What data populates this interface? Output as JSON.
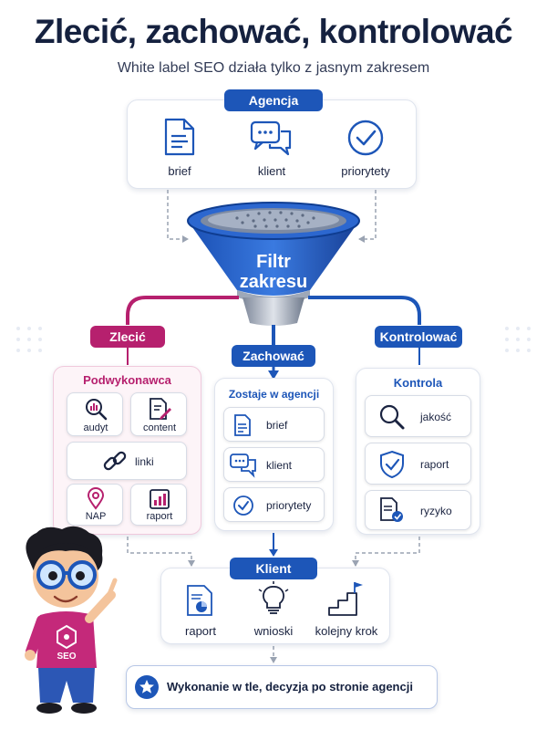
{
  "header": {
    "title": "Zlecić, zachować, kontrolować",
    "subtitle": "White label SEO działa tylko z jasnym zakresem"
  },
  "agency": {
    "label": "Agencja",
    "items": [
      {
        "label": "brief",
        "icon": "document-icon"
      },
      {
        "label": "klient",
        "icon": "chat-bubbles-icon"
      },
      {
        "label": "priorytety",
        "icon": "check-circle-icon"
      }
    ]
  },
  "funnel": {
    "label_line1": "Filtr",
    "label_line2": "zakresu"
  },
  "delegate": {
    "label": "Zlecić",
    "panel_title": "Podwykonawca",
    "items": [
      {
        "label": "audyt",
        "icon": "chart-search-icon"
      },
      {
        "label": "content",
        "icon": "document-edit-icon"
      },
      {
        "label": "linki",
        "icon": "link-icon"
      },
      {
        "label": "NAP",
        "icon": "map-pin-icon"
      },
      {
        "label": "raport",
        "icon": "bar-chart-icon"
      }
    ]
  },
  "keep": {
    "label": "Zachować",
    "panel_title": "Zostaje w agencji",
    "items": [
      {
        "label": "brief",
        "icon": "document-icon"
      },
      {
        "label": "klient",
        "icon": "chat-bubbles-icon"
      },
      {
        "label": "priorytety",
        "icon": "check-circle-icon"
      }
    ]
  },
  "control": {
    "label": "Kontrolować",
    "panel_title": "Kontrola",
    "items": [
      {
        "label": "jakość",
        "icon": "magnifier-icon"
      },
      {
        "label": "raport",
        "icon": "shield-check-icon"
      },
      {
        "label": "ryzyko",
        "icon": "document-check-icon"
      }
    ]
  },
  "client": {
    "label": "Klient",
    "items": [
      {
        "label": "raport",
        "icon": "report-chart-icon"
      },
      {
        "label": "wnioski",
        "icon": "lightbulb-icon"
      },
      {
        "label": "kolejny krok",
        "icon": "stairs-flag-icon"
      }
    ]
  },
  "footer": {
    "text": "Wykonanie w tle, decyzja po stronie agencji",
    "icon": "star-icon"
  },
  "mascot": {
    "shirt_text": "SEO"
  },
  "colors": {
    "blue": "#1d56b8",
    "pink": "#b6206e",
    "dark": "#15213f"
  }
}
